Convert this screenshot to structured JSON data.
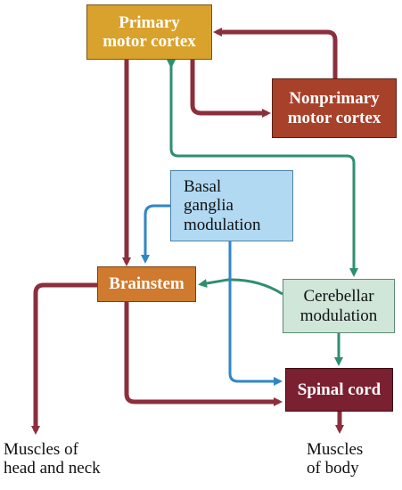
{
  "boxes": {
    "primary_motor_cortex": {
      "line1": "Primary",
      "line2": "motor cortex"
    },
    "nonprimary_motor_cortex": {
      "line1": "Nonprimary",
      "line2": "motor cortex"
    },
    "basal_ganglia_modulation": {
      "line1": "Basal",
      "line2": "ganglia",
      "line3": "modulation"
    },
    "brainstem": {
      "line1": "Brainstem"
    },
    "cerebellar_modulation": {
      "line1": "Cerebellar",
      "line2": "modulation"
    },
    "spinal_cord": {
      "line1": "Spinal cord"
    }
  },
  "outputs": {
    "head_neck": {
      "line1": "Muscles of",
      "line2": "head and neck"
    },
    "body": {
      "line1": "Muscles",
      "line2": "of body"
    }
  },
  "colors": {
    "maroon_arrow": "#8b2f3c",
    "green_arrow": "#2e8f6e",
    "blue_arrow": "#2f86c9"
  }
}
